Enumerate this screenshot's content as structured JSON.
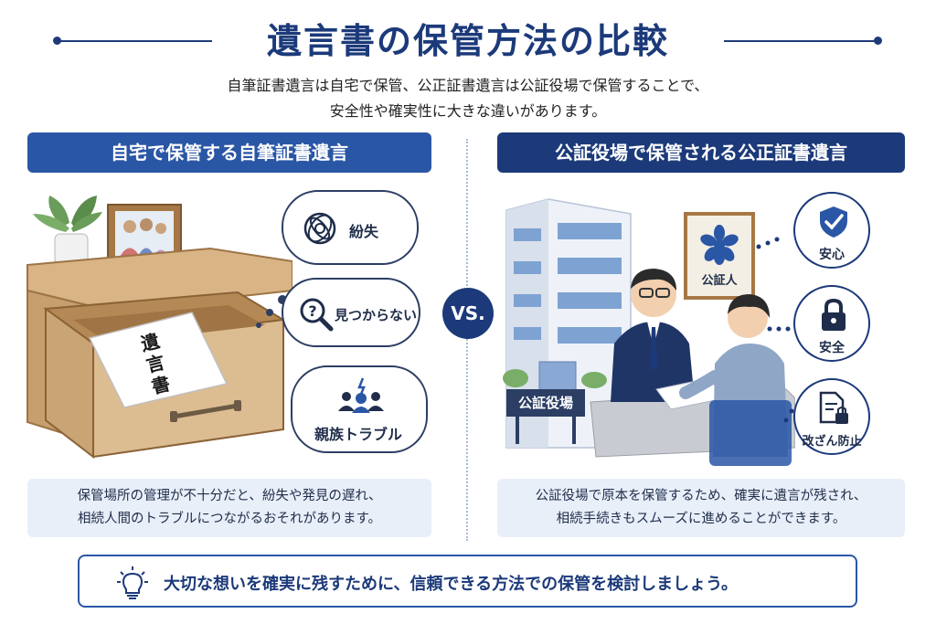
{
  "title": "遺言書の保管方法の比較",
  "subtitle_lines": [
    "自筆証書遺言は自宅で保管、公正証書遺言は公証役場で保管することで、",
    "安全性や確実性に大きな違いがあります。"
  ],
  "vs_label": "VS.",
  "left": {
    "header": "自宅で保管する自筆証書遺言",
    "document_label": "遺言書",
    "risks": [
      {
        "label": "紛失",
        "icon": "tangle-icon"
      },
      {
        "label": "見つからない",
        "icon": "magnifier-question-icon"
      },
      {
        "label": "親族トラブル",
        "icon": "family-conflict-icon"
      }
    ],
    "note_lines": [
      "保管場所の管理が不十分だと、紛失や発見の遅れ、",
      "相続人間のトラブルにつながるおそれがあります。"
    ]
  },
  "right": {
    "header": "公証役場で保管される公正証書遺言",
    "building_sign": "公証役場",
    "frame_label": "公証人",
    "benefits": [
      {
        "label": "安心",
        "icon": "shield-check-icon"
      },
      {
        "label": "安全",
        "icon": "lock-icon"
      },
      {
        "label": "改ざん防止",
        "icon": "document-lock-icon"
      }
    ],
    "note_lines": [
      "公証役場で原本を保管するため、確実に遺言が残され、",
      "相続手続きもスムーズに進めることができます。"
    ]
  },
  "footer": {
    "message": "大切な想いを確実に残すために、信頼できる方法での保管を検討しましょう。",
    "icon": "lightbulb-icon"
  },
  "colors": {
    "navy": "#1c3a7a",
    "blue": "#2a56a6",
    "note_bg": "#e9eff9"
  }
}
